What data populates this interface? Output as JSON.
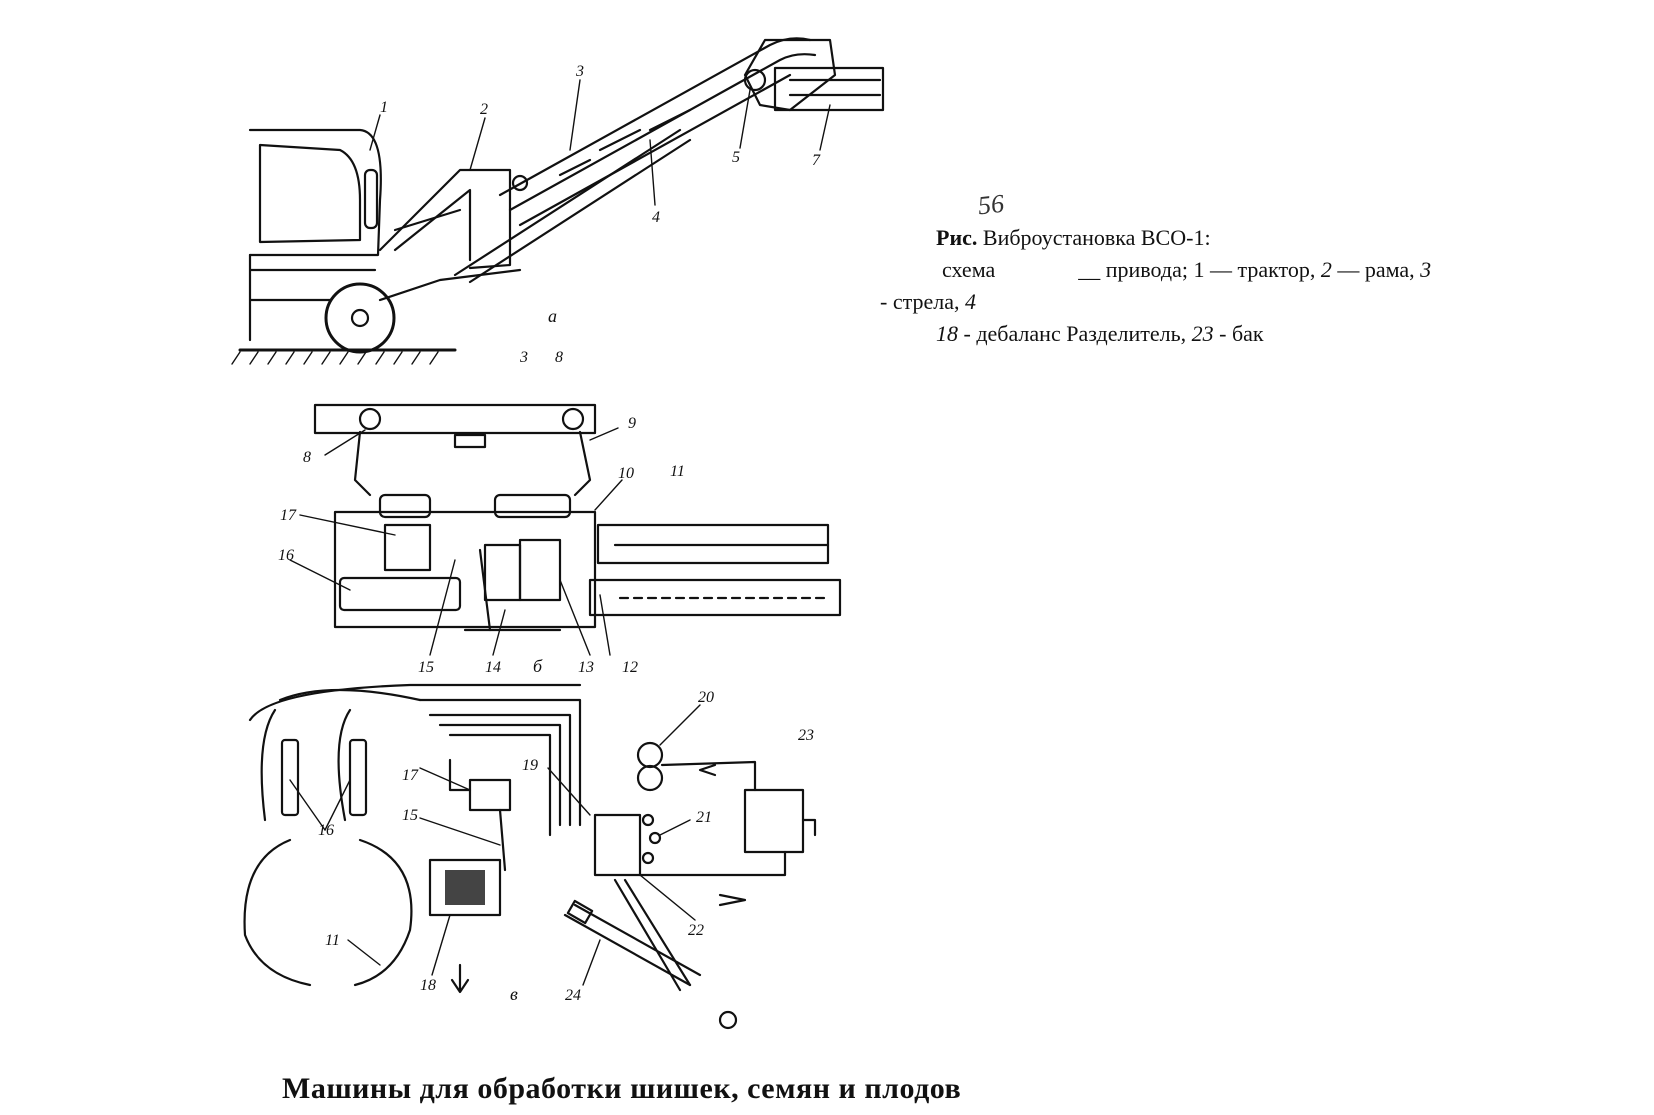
{
  "handwritten_note": "56",
  "caption": {
    "title_bold": "Рис.",
    "title_rest": "Виброустановка ВСО-1:",
    "line2_a": "схема",
    "line2_b": "__ привода; 1 — трактор,",
    "line2_c": "2",
    "line2_d": "— рама,",
    "line2_e": "3",
    "line3_a": "- стрела,",
    "line3_b": "4",
    "line4_a": "18",
    "line4_b": "- дебаланс Разделитель,",
    "line4_c": "23",
    "line4_d": "- бак"
  },
  "footer": "Машины для обработки шишек, семян   и плодов",
  "view_labels": {
    "a": "а",
    "b": "б",
    "v": "в"
  },
  "part_numbers": [
    "1",
    "2",
    "3",
    "4",
    "5",
    "7",
    "3",
    "8",
    "8",
    "9",
    "10",
    "11",
    "17",
    "16",
    "15",
    "14",
    "13",
    "12",
    "20",
    "23",
    "19",
    "17",
    "15",
    "21",
    "16",
    "22",
    "11",
    "18",
    "24"
  ]
}
